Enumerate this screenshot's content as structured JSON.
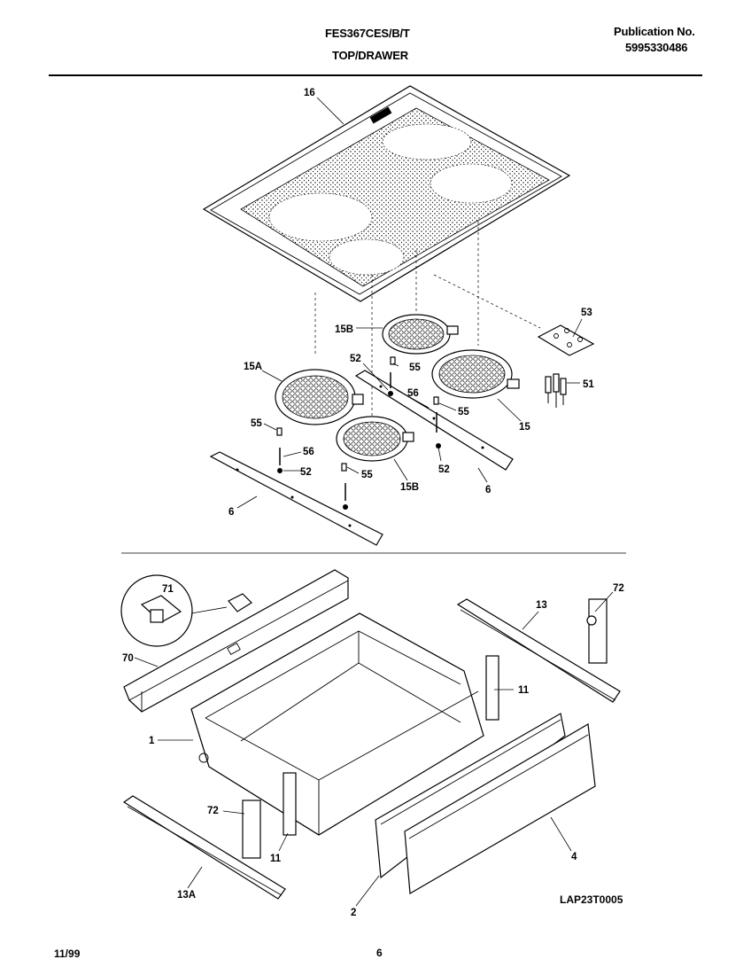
{
  "header": {
    "model": "FES367CES/B/T",
    "section": "TOP/DRAWER",
    "publication_label": "Publication No.",
    "publication_number": "5995330486"
  },
  "footer": {
    "date": "11/99",
    "page": "6",
    "drawing_code": "LAP23T0005"
  },
  "callouts": [
    {
      "id": "c16",
      "text": "16"
    },
    {
      "id": "c53",
      "text": "53"
    },
    {
      "id": "c15B_top",
      "text": "15B"
    },
    {
      "id": "c52_a",
      "text": "52"
    },
    {
      "id": "c55_a",
      "text": "55"
    },
    {
      "id": "c15A",
      "text": "15A"
    },
    {
      "id": "c56_a",
      "text": "56"
    },
    {
      "id": "c51",
      "text": "51"
    },
    {
      "id": "c55_b",
      "text": "55"
    },
    {
      "id": "c15",
      "text": "15"
    },
    {
      "id": "c55_c",
      "text": "55"
    },
    {
      "id": "c56_b",
      "text": "56"
    },
    {
      "id": "c52_b",
      "text": "52"
    },
    {
      "id": "c52_c",
      "text": "52"
    },
    {
      "id": "c55_d",
      "text": "55"
    },
    {
      "id": "c6_right",
      "text": "6"
    },
    {
      "id": "c15B_bottom",
      "text": "15B"
    },
    {
      "id": "c6_left",
      "text": "6"
    },
    {
      "id": "c71",
      "text": "71"
    },
    {
      "id": "c72_right",
      "text": "72"
    },
    {
      "id": "c13",
      "text": "13"
    },
    {
      "id": "c70",
      "text": "70"
    },
    {
      "id": "c11_right",
      "text": "11"
    },
    {
      "id": "c1",
      "text": "1"
    },
    {
      "id": "c72_left",
      "text": "72"
    },
    {
      "id": "c11_left",
      "text": "11"
    },
    {
      "id": "c4",
      "text": "4"
    },
    {
      "id": "c13A",
      "text": "13A"
    },
    {
      "id": "c2",
      "text": "2"
    }
  ]
}
